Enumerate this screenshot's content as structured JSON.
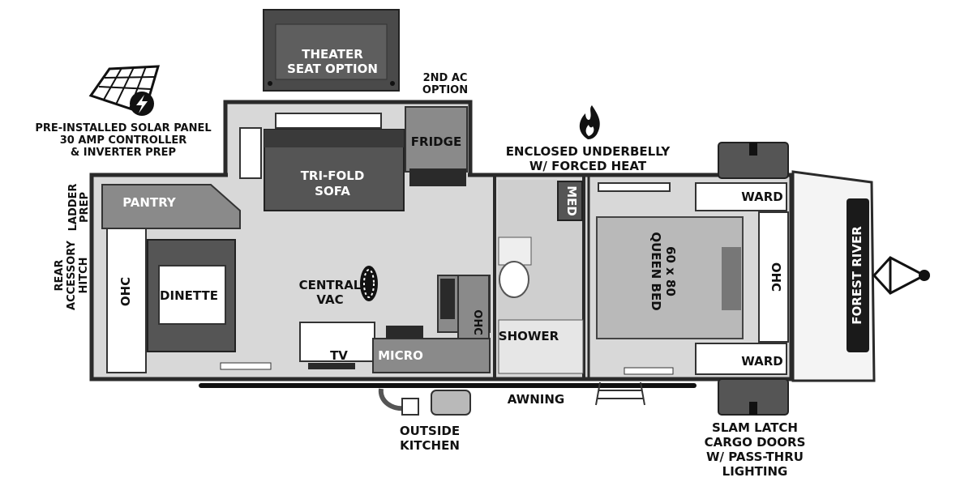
{
  "labels": {
    "theater_seat": [
      "THEATER",
      "SEAT OPTION"
    ],
    "second_ac": [
      "2ND AC",
      "OPTION"
    ],
    "solar": [
      "PRE-INSTALLED SOLAR PANEL",
      "30 AMP CONTROLLER",
      "& INVERTER PREP"
    ],
    "fridge": "FRIDGE",
    "underbelly": [
      "ENCLOSED UNDERBELLY",
      "W/ FORCED HEAT"
    ],
    "sofa": [
      "TRI-FOLD",
      "SOFA"
    ],
    "pantry": "PANTRY",
    "ladder": [
      "LADDER",
      "PREP"
    ],
    "rear_hitch": [
      "REAR",
      "ACCESSORY",
      "HITCH"
    ],
    "ohc": "OHC",
    "dinette": "DINETTE",
    "central_vac": [
      "CENTRAL",
      "VAC"
    ],
    "med": "MED",
    "bed": [
      "60 x 80",
      "QUEEN BED"
    ],
    "ward": "WARD",
    "shower": "SHOWER",
    "tv": "TV",
    "micro": "MICRO",
    "awning": "AWNING",
    "outside_kitchen": [
      "OUTSIDE",
      "KITCHEN"
    ],
    "cargo": [
      "SLAM LATCH",
      "CARGO DOORS",
      "W/ PASS-THRU",
      "LIGHTING"
    ],
    "brand": "FOREST RIVER"
  },
  "colors": {
    "wall": "#2a2a2a",
    "floor": "#d8d8d8",
    "dark_fixture": "#555555",
    "mid_fixture": "#8a8a8a",
    "light_fixture": "#b9b9b9",
    "white": "#ffffff"
  },
  "icons": [
    "solar-panel-icon",
    "flame-icon",
    "footprint-icon"
  ]
}
